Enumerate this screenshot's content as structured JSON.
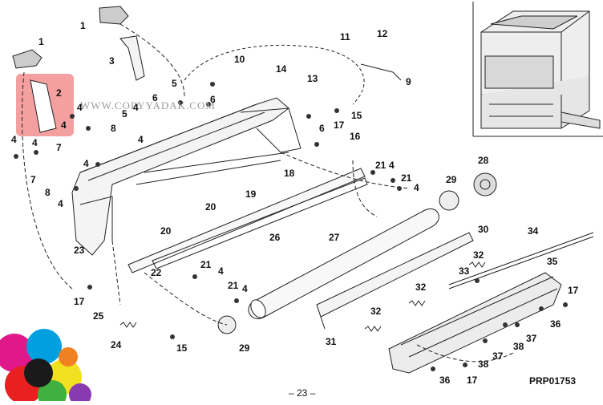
{
  "diagram": {
    "watermark": "WWW.COPYYADAK.COM",
    "drawing_code": "PRP01753",
    "page_number": "– 23 –",
    "highlight_color": "#f08080",
    "callouts": [
      {
        "id": "c1a",
        "label": "1"
      },
      {
        "id": "c1b",
        "label": "1"
      },
      {
        "id": "c2",
        "label": "2"
      },
      {
        "id": "c3",
        "label": "3"
      },
      {
        "id": "c4a",
        "label": "4"
      },
      {
        "id": "c4b",
        "label": "4"
      },
      {
        "id": "c4c",
        "label": "4"
      },
      {
        "id": "c4d",
        "label": "4"
      },
      {
        "id": "c4e",
        "label": "4"
      },
      {
        "id": "c4f",
        "label": "4"
      },
      {
        "id": "c4g",
        "label": "4"
      },
      {
        "id": "c4h",
        "label": "4"
      },
      {
        "id": "c4i",
        "label": "4"
      },
      {
        "id": "c4j",
        "label": "4"
      },
      {
        "id": "c4k",
        "label": "4"
      },
      {
        "id": "c4l",
        "label": "4"
      },
      {
        "id": "c5a",
        "label": "5"
      },
      {
        "id": "c5b",
        "label": "5"
      },
      {
        "id": "c6a",
        "label": "6"
      },
      {
        "id": "c6b",
        "label": "6"
      },
      {
        "id": "c6c",
        "label": "6"
      },
      {
        "id": "c7a",
        "label": "7"
      },
      {
        "id": "c7b",
        "label": "7"
      },
      {
        "id": "c8a",
        "label": "8"
      },
      {
        "id": "c8b",
        "label": "8"
      },
      {
        "id": "c9",
        "label": "9"
      },
      {
        "id": "c10",
        "label": "10"
      },
      {
        "id": "c11",
        "label": "11"
      },
      {
        "id": "c12",
        "label": "12"
      },
      {
        "id": "c13",
        "label": "13"
      },
      {
        "id": "c14",
        "label": "14"
      },
      {
        "id": "c15a",
        "label": "15"
      },
      {
        "id": "c15b",
        "label": "15"
      },
      {
        "id": "c16",
        "label": "16"
      },
      {
        "id": "c17a",
        "label": "17"
      },
      {
        "id": "c17b",
        "label": "17"
      },
      {
        "id": "c17c",
        "label": "17"
      },
      {
        "id": "c17d",
        "label": "17"
      },
      {
        "id": "c18",
        "label": "18"
      },
      {
        "id": "c19",
        "label": "19"
      },
      {
        "id": "c20a",
        "label": "20"
      },
      {
        "id": "c20b",
        "label": "20"
      },
      {
        "id": "c21a",
        "label": "21"
      },
      {
        "id": "c21b",
        "label": "21"
      },
      {
        "id": "c21c",
        "label": "21"
      },
      {
        "id": "c21d",
        "label": "21"
      },
      {
        "id": "c22",
        "label": "22"
      },
      {
        "id": "c23",
        "label": "23"
      },
      {
        "id": "c24",
        "label": "24"
      },
      {
        "id": "c25",
        "label": "25"
      },
      {
        "id": "c26",
        "label": "26"
      },
      {
        "id": "c27",
        "label": "27"
      },
      {
        "id": "c28",
        "label": "28"
      },
      {
        "id": "c29a",
        "label": "29"
      },
      {
        "id": "c29b",
        "label": "29"
      },
      {
        "id": "c30",
        "label": "30"
      },
      {
        "id": "c31",
        "label": "31"
      },
      {
        "id": "c32a",
        "label": "32"
      },
      {
        "id": "c32b",
        "label": "32"
      },
      {
        "id": "c32c",
        "label": "32"
      },
      {
        "id": "c33",
        "label": "33"
      },
      {
        "id": "c34",
        "label": "34"
      },
      {
        "id": "c35",
        "label": "35"
      },
      {
        "id": "c36a",
        "label": "36"
      },
      {
        "id": "c36b",
        "label": "36"
      },
      {
        "id": "c37a",
        "label": "37"
      },
      {
        "id": "c37b",
        "label": "37"
      },
      {
        "id": "c38a",
        "label": "38"
      },
      {
        "id": "c38b",
        "label": "38"
      }
    ]
  }
}
